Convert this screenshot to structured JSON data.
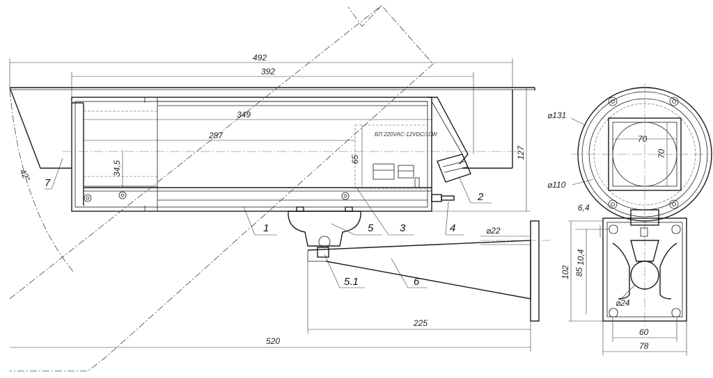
{
  "dimensions": {
    "d492": "492",
    "d392": "392",
    "d349": "349",
    "d287": "287",
    "d127": "127",
    "d65": "65",
    "d34_5": "34,5",
    "d42": "42°",
    "d520": "520",
    "d225": "225",
    "d22": "⌀22",
    "d131": "⌀131",
    "d110": "⌀110",
    "d70a": "70",
    "d70b": "70",
    "d6_4": "6,4",
    "d10_4": "10,4",
    "d102": "102",
    "d85": "85",
    "d24": "⌀24",
    "d60": "60",
    "d78": "78"
  },
  "psu_label": "БП 220VAC-12VDC/10W",
  "callouts": {
    "c1": "1",
    "c2": "2",
    "c3": "3",
    "c4": "4",
    "c5": "5",
    "c5_1": "5.1",
    "c6": "6",
    "c7": "7"
  }
}
